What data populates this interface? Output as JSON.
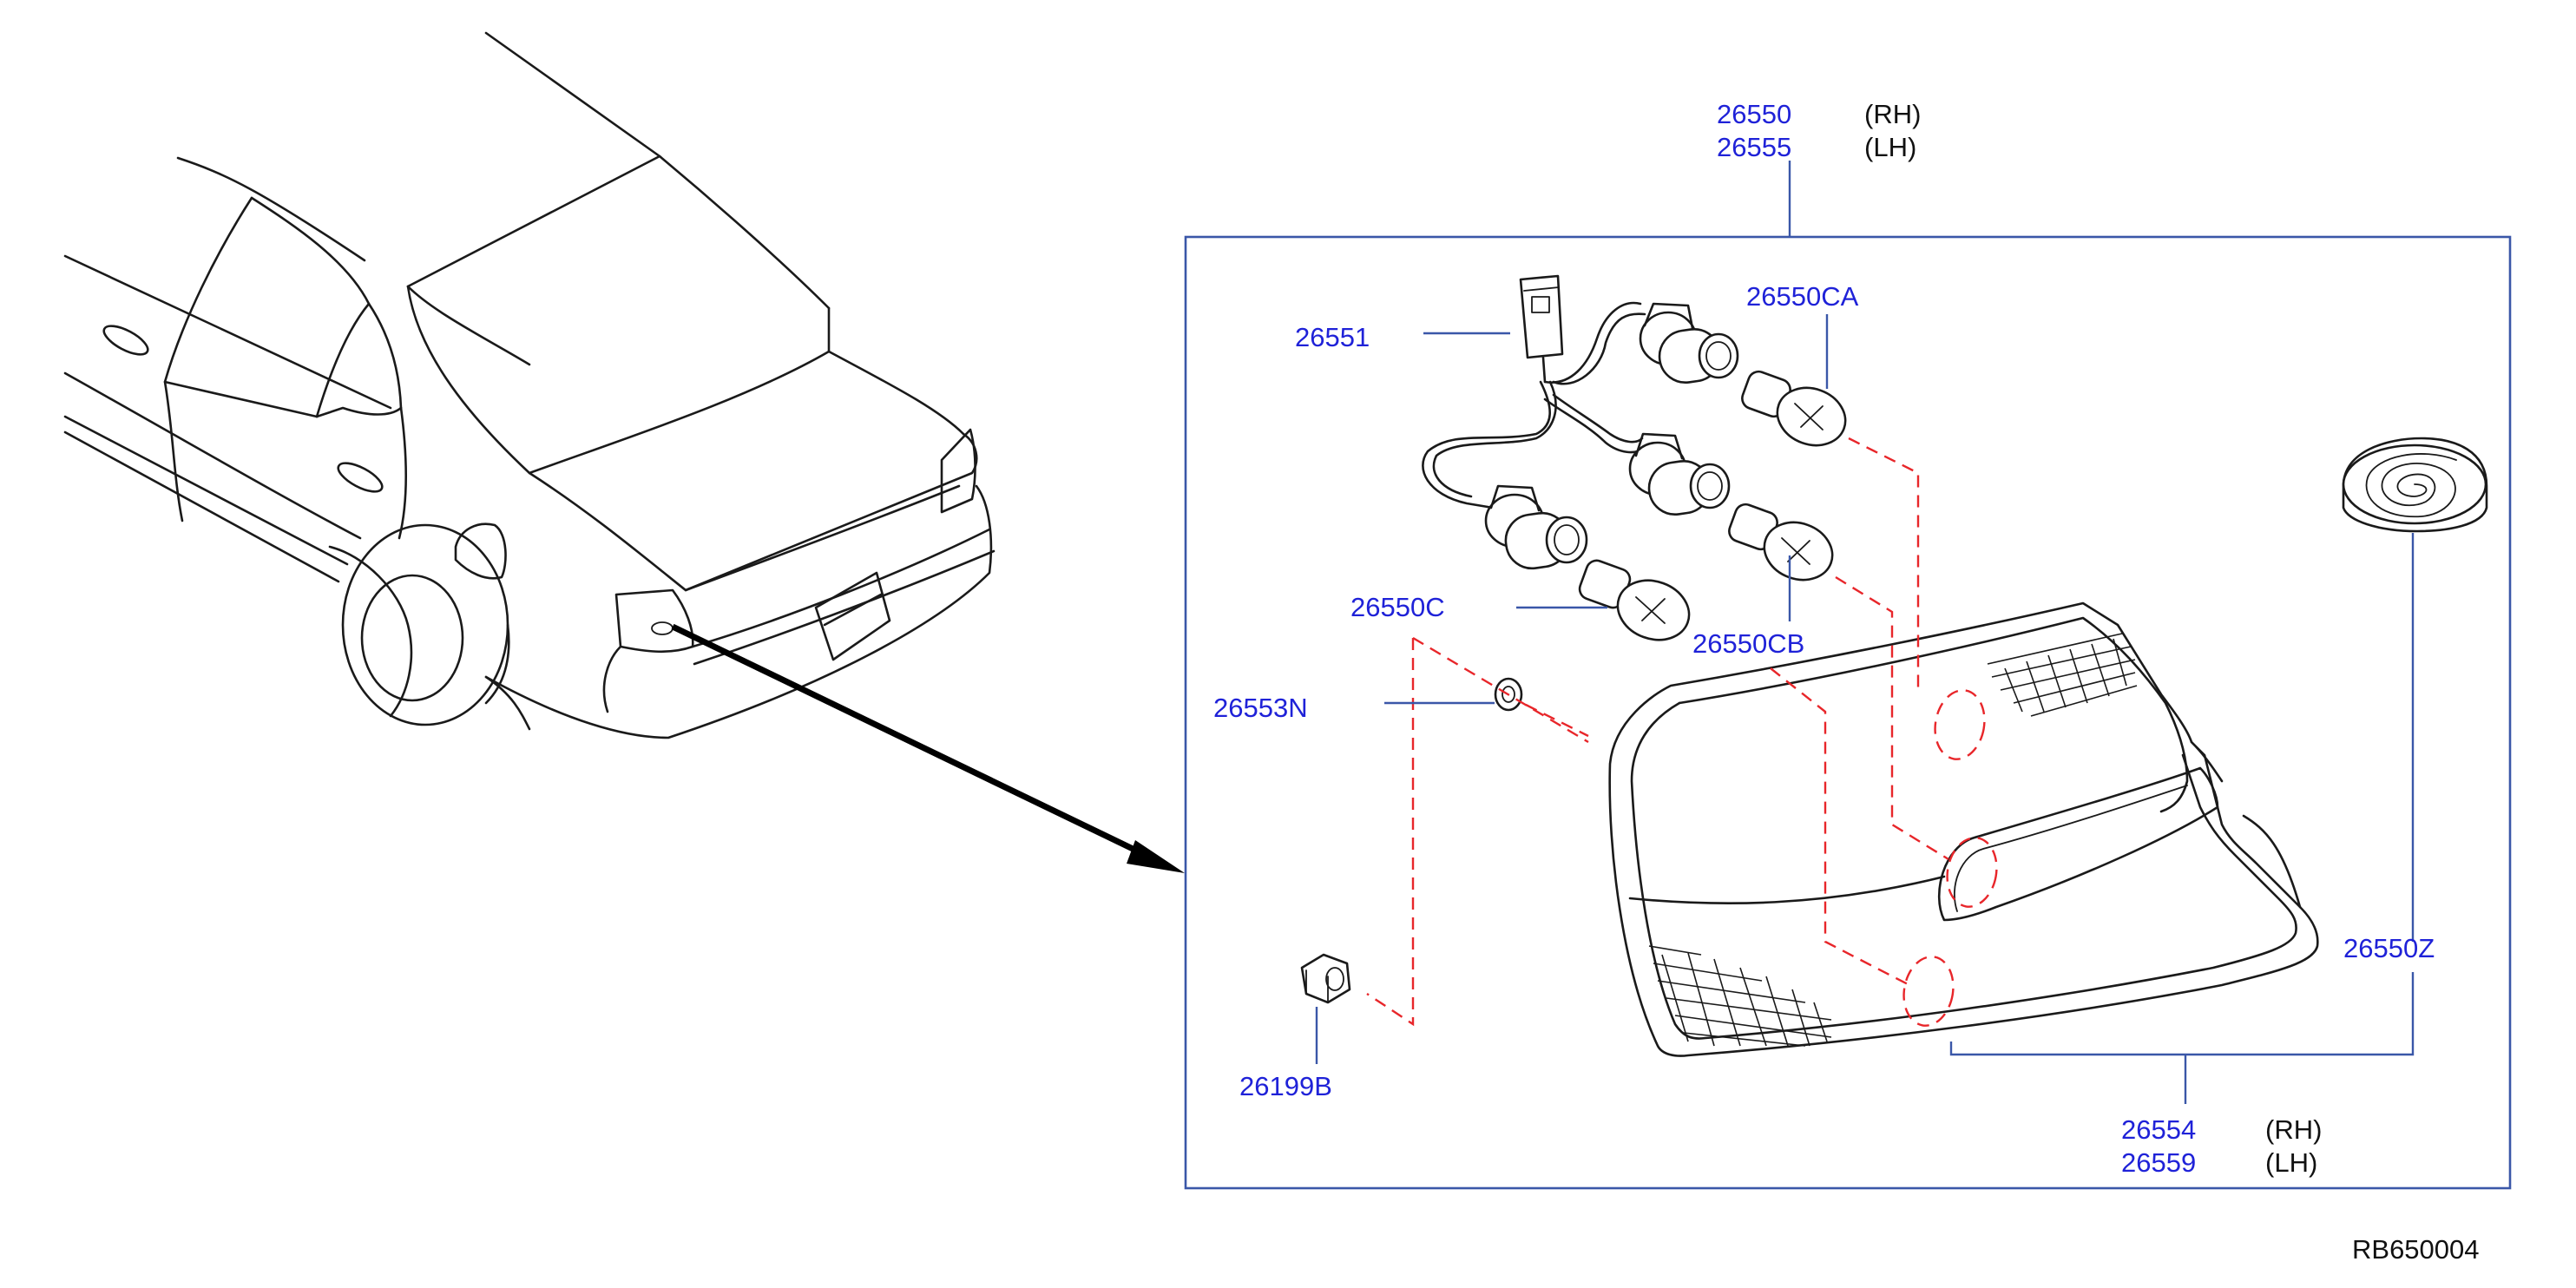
{
  "labels": {
    "assembly_rh_num": "26550",
    "assembly_rh_side": "(RH)",
    "assembly_lh_num": "26555",
    "assembly_lh_side": "(LH)",
    "harness": "26551",
    "bulb_ca": "26550CA",
    "bulb_c": "26550C",
    "bulb_cb": "26550CB",
    "gasket": "26553N",
    "nut": "26199B",
    "seal": "26550Z",
    "lens_rh_num": "26554",
    "lens_rh_side": "(RH)",
    "lens_lh_num": "26559",
    "lens_lh_side": "(LH)",
    "ref_code": "RB650004"
  },
  "colors": {
    "part_number": "#1f22d8",
    "leader_line": "#3a57a8",
    "assembly_line": "#e8262a",
    "drawing": "#1a1a1a"
  }
}
